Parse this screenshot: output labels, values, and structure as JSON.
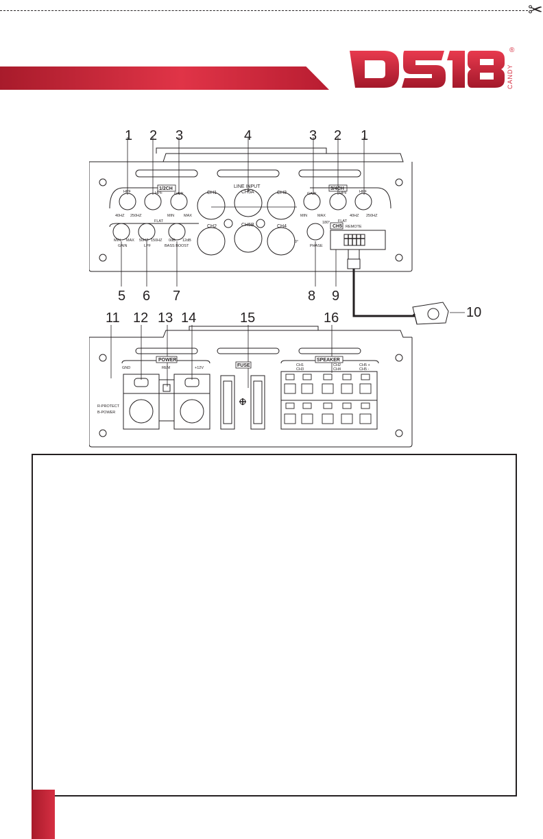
{
  "brand": {
    "logo_text": "DS18",
    "sub_text": "CANDY",
    "registered_mark": "®",
    "accent_color": "#d62f42",
    "dark_accent": "#a81b2b"
  },
  "cut_line": {
    "icon": "scissors-icon",
    "glyph": "✂"
  },
  "top_panel": {
    "callouts_top": [
      "1",
      "2",
      "3",
      "4",
      "3",
      "2",
      "1"
    ],
    "callouts_bottom": [
      "5",
      "6",
      "7",
      "8",
      "9",
      "10"
    ],
    "left_section_label": "1/2CH",
    "right_section_label": "3/4CH",
    "hpf_label": "HPF",
    "gain_label": "GAIN",
    "lpf_label": "LPF",
    "bass_boost_label": "BASS BOOST",
    "phase_label": "PHASE",
    "flat_label": "FLAT",
    "min_label": "MIN",
    "max_label": "MAX",
    "hz_40": "40HZ",
    "hz_250": "250HZ",
    "hz_50": "50HZ",
    "hz_150": "150HZ",
    "db_0": "0dB",
    "db_12": "12dB",
    "phase_180": "180°",
    "phase_0": "0°",
    "line_input_label": "LINE INPUT",
    "ch5a_label": "CH5A",
    "ch5b_label": "CH5B",
    "ch1_label": "CH1",
    "ch2_label": "CH2",
    "ch3_label": "CH3",
    "ch4_label": "CH4",
    "ch5_box_label": "CH5",
    "remote_label": "REMOTE"
  },
  "bottom_panel": {
    "callouts": [
      "11",
      "12",
      "13",
      "14",
      "15",
      "16"
    ],
    "power_label": "POWER",
    "gnd_label": "GND",
    "rem_label": "REM",
    "plus12v_label": "+12V",
    "fuse_label": "FUSE",
    "speaker_label": "SPEAKER",
    "protect_label": "R-PROTECT",
    "power_led_label": "B-POWER",
    "ch1_label": "CH1",
    "ch2_label": "CH2",
    "ch3_label": "CH3",
    "ch4_label": "CH4",
    "ch5_label": "CH5 +",
    "ch5_minus_label": "CH5 -",
    "plus_mark": "+",
    "minus_mark": "-"
  }
}
